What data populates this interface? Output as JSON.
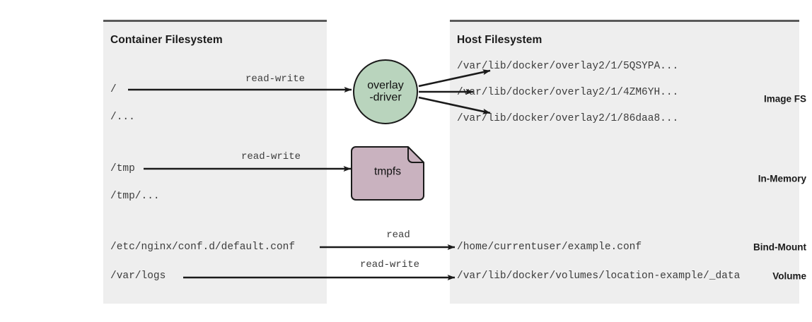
{
  "panels": {
    "container": {
      "title": "Container Filesystem"
    },
    "host": {
      "title": "Host Filesystem"
    }
  },
  "row_labels": [
    {
      "key": "image-fs",
      "label": "Image FS"
    },
    {
      "key": "in-memory",
      "label": "In-Memory"
    },
    {
      "key": "bind-mount",
      "label": "Bind-Mount"
    },
    {
      "key": "volume",
      "label": "Volume"
    }
  ],
  "container_paths": [
    {
      "key": "root",
      "text": "/"
    },
    {
      "key": "root-more",
      "text": "/..."
    },
    {
      "key": "tmp",
      "text": "/tmp"
    },
    {
      "key": "tmp-more",
      "text": "/tmp/..."
    },
    {
      "key": "nginx-conf",
      "text": "/etc/nginx/conf.d/default.conf"
    },
    {
      "key": "var-logs",
      "text": "/var/logs"
    }
  ],
  "host_paths": [
    {
      "key": "overlay-1",
      "text": "/var/lib/docker/overlay2/1/5QSYPA..."
    },
    {
      "key": "overlay-2",
      "text": "/var/lib/docker/overlay2/1/4ZM6YH..."
    },
    {
      "key": "overlay-3",
      "text": "/var/lib/docker/overlay2/1/86daa8..."
    },
    {
      "key": "bind-target",
      "text": "/home/currentuser/example.conf"
    },
    {
      "key": "volume-target",
      "text": "/var/lib/docker/volumes/location-example/_data"
    }
  ],
  "nodes": {
    "overlay_driver": {
      "line1": "overlay",
      "line2": "-driver"
    },
    "tmpfs": {
      "label": "tmpfs"
    }
  },
  "edge_labels": [
    {
      "key": "image-fs-rw",
      "text": "read-write"
    },
    {
      "key": "in-memory-rw",
      "text": "read-write"
    },
    {
      "key": "bind-mount-ro",
      "text": "read"
    },
    {
      "key": "volume-rw",
      "text": "read-write"
    }
  ],
  "colors": {
    "panel_bg": "#eeeeee",
    "panel_border": "#5a5a5a",
    "overlay_node_fill": "#b9d4bd",
    "tmpfs_node_fill": "#c9b2bf",
    "stroke": "#1a1a1a",
    "text": "#3c3c3c"
  }
}
